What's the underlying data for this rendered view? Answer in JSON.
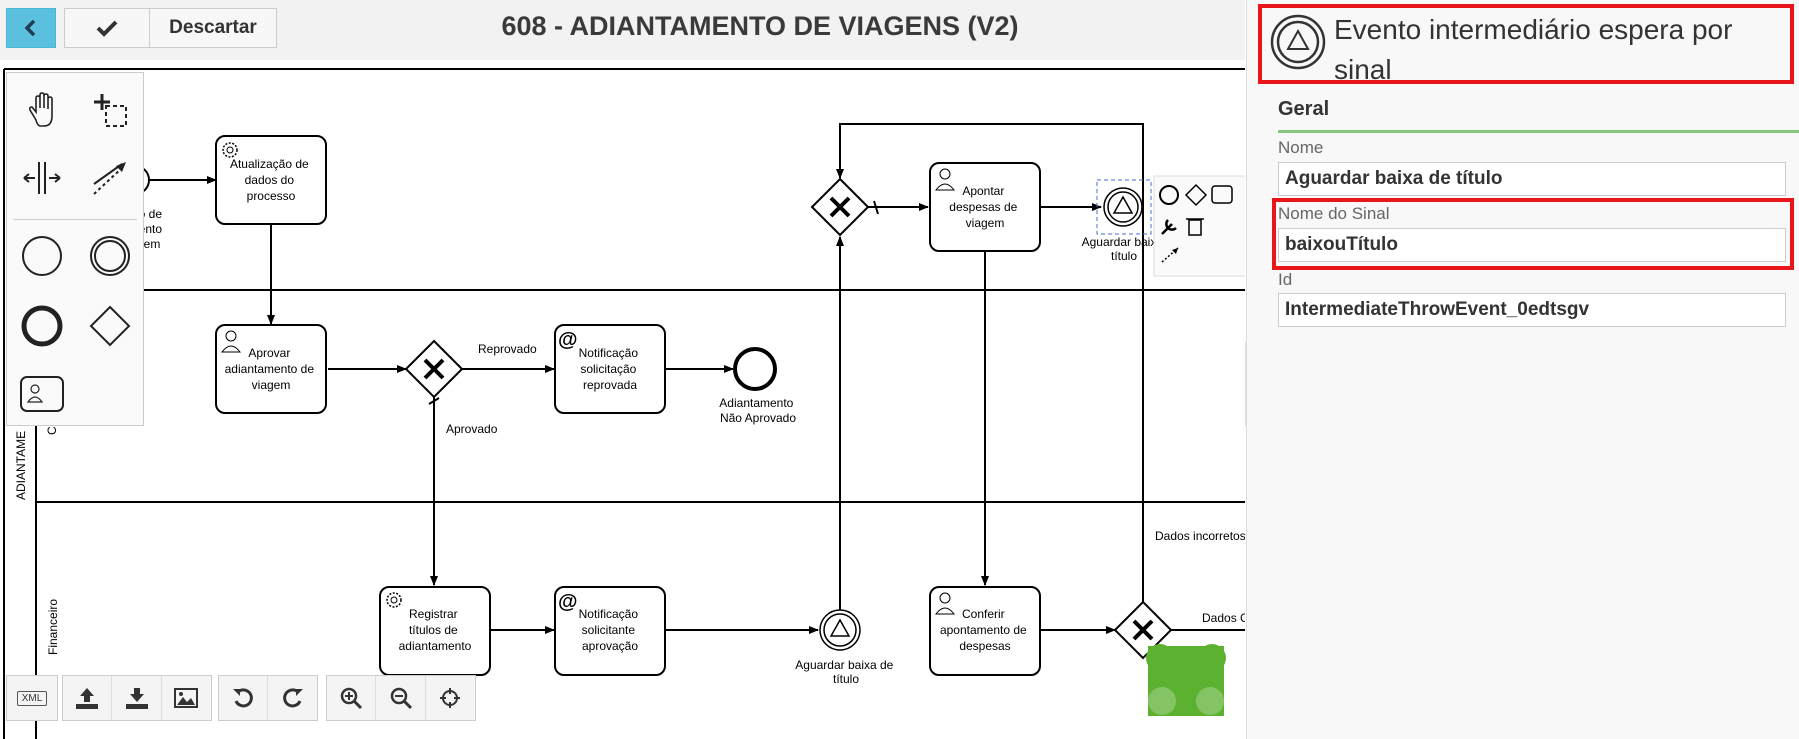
{
  "header": {
    "back_label": "<",
    "confirm_icon": "check-icon",
    "discard_label": "Descartar",
    "title": "608 - ADIANTAMENTO DE VIAGENS (V2)"
  },
  "diagram": {
    "lane_label_1": "ADIANTAME",
    "lane_label_1_short": "C",
    "lane_label_2": "Financeiro",
    "tasks": {
      "atualizacao": [
        "Atualização de",
        "dados do",
        "processo"
      ],
      "aprovar": [
        "Aprovar",
        "adiantamento de",
        "viagem"
      ],
      "notif_reprovada": [
        "Notificação",
        "solicitação",
        "reprovada"
      ],
      "apontar": [
        "Apontar",
        "despesas de",
        "viagem"
      ],
      "registrar": [
        "Registrar",
        "títulos de",
        "adiantamento"
      ],
      "notif_aprovacao": [
        "Notificação",
        "solicitante",
        "aprovação"
      ],
      "conferir": [
        "Conferir",
        "apontamento de",
        "despesas"
      ]
    },
    "start_label_partial": [
      "o de",
      "ento",
      "em"
    ],
    "labels": {
      "reprovado": "Reprovado",
      "aprovado": "Aprovado",
      "end_nao_aprovado": [
        "Adiantamento",
        "Não Aprovado"
      ],
      "aguardar_top": [
        "Aguardar baixa",
        "título"
      ],
      "aguardar_bottom": [
        "Aguardar baixa de",
        "título"
      ],
      "dados_incorretos": "Dados incorretos",
      "dados_c": "Dados C"
    }
  },
  "palette": {
    "tools": [
      "hand-tool-icon",
      "lasso-tool-icon",
      "space-tool-icon",
      "connect-tool-icon",
      "start-event-icon",
      "intermediate-event-icon",
      "end-event-icon",
      "gateway-icon",
      "user-task-icon"
    ]
  },
  "toolbar": {
    "xml_label": "XML",
    "buttons": [
      "upload-icon",
      "download-icon",
      "image-icon",
      "undo-icon",
      "redo-icon",
      "zoom-in-icon",
      "zoom-out-icon",
      "center-icon"
    ]
  },
  "panel": {
    "header_title": "Evento intermediário espera por sinal",
    "tab_general": "Geral",
    "name_label": "Nome",
    "name_value": "Aguardar baixa de título",
    "signal_label": "Nome do Sinal",
    "signal_value": "baixouTítulo",
    "id_label": "Id",
    "id_value": "IntermediateThrowEvent_0edtsgv"
  },
  "colors": {
    "accent_blue": "#5bc0de",
    "highlight_red": "#e8151b",
    "tab_green": "#8ac67c",
    "logo_green": "#5cb130"
  }
}
